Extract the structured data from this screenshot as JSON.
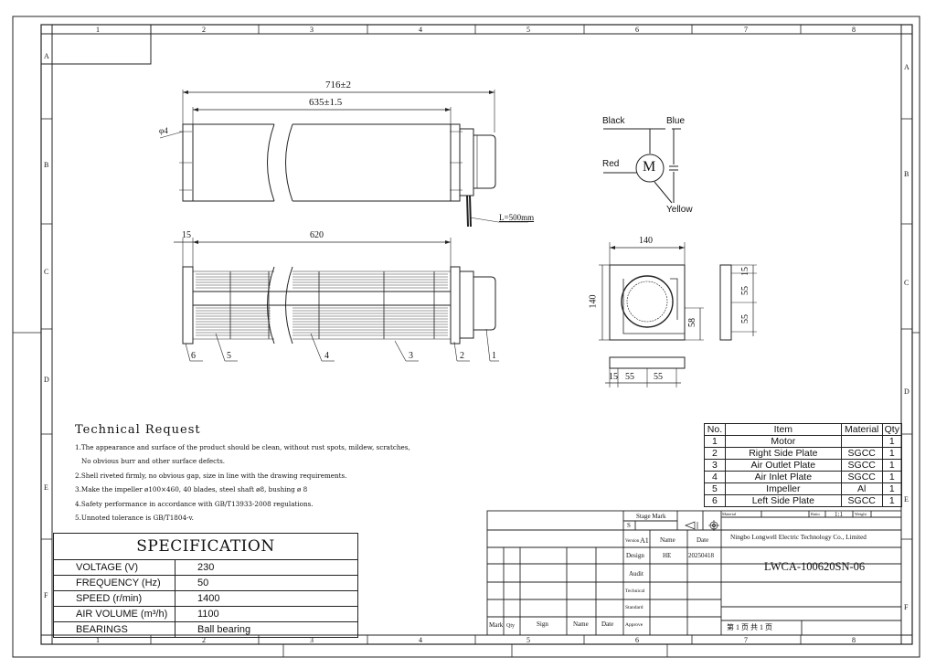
{
  "grid": {
    "cols": [
      "1",
      "2",
      "3",
      "4",
      "5",
      "6",
      "7",
      "8"
    ],
    "rows_left": [
      "A",
      "B",
      "C",
      "D",
      "E",
      "F"
    ],
    "rows_right": [
      "A",
      "B",
      "C",
      "D",
      "E",
      "F"
    ]
  },
  "top_view": {
    "dim_overall": "716±2",
    "dim_body": "635±1.5",
    "dim_hole": "φ4",
    "cable_label": "L=500mm"
  },
  "front_view": {
    "dim_plate": "15",
    "dim_blade": "620",
    "callouts": [
      "6",
      "5",
      "4",
      "3",
      "2",
      "1"
    ]
  },
  "wiring": {
    "black": "Black",
    "blue": "Blue",
    "red": "Red",
    "yellow": "Yellow",
    "motor": "M"
  },
  "side_view": {
    "width": "140",
    "height": "140",
    "outlet": "58",
    "bottom_dims": [
      "15",
      "55",
      "55"
    ],
    "right_dims": [
      "15",
      "55",
      "55"
    ]
  },
  "tech": {
    "title": "Technical Request",
    "items": [
      "1.The appearance and surface of the product should be clean, without rust spots, mildew, scratches,",
      "No obvious burr and other surface defects.",
      "2.Shell riveted firmly, no obvious gap, size in line with the drawing requirements.",
      "3.Make the impeller ø100×460, 40 blades, steel shaft ø8, bushing ø 8",
      "4.Safety performance in accordance with GB/T13933-2008 regulations.",
      "5.Unnoted tolerance is GB/T1804-v."
    ]
  },
  "bom": {
    "headers": [
      "No.",
      "Item",
      "Material",
      "Qty"
    ],
    "rows": [
      {
        "no": "1",
        "item": "Motor",
        "material": "",
        "qty": "1"
      },
      {
        "no": "2",
        "item": "Right Side Plate",
        "material": "SGCC",
        "qty": "1"
      },
      {
        "no": "3",
        "item": "Air Outlet Plate",
        "material": "SGCC",
        "qty": "1"
      },
      {
        "no": "4",
        "item": "Air Inlet Plate",
        "material": "SGCC",
        "qty": "1"
      },
      {
        "no": "5",
        "item": "Impeller",
        "material": "Al",
        "qty": "1"
      },
      {
        "no": "6",
        "item": "Left Side Plate",
        "material": "SGCC",
        "qty": "1"
      }
    ]
  },
  "spec": {
    "title": "SPECIFICATION",
    "rows": [
      {
        "label": "VOLTAGE  (V)",
        "value": "230"
      },
      {
        "label": "FREQUENCY   (Hz)",
        "value": "50"
      },
      {
        "label": "SPEED   (r/min)",
        "value": "1400"
      },
      {
        "label": "AIR  VOLUME   (m³/h)",
        "value": "1100"
      },
      {
        "label": "BEARINGS",
        "value": "Ball bearing"
      }
    ]
  },
  "title_block": {
    "stage_mark": "Stage Mark",
    "stage_s": "S",
    "version": "Version",
    "version_val": "A1",
    "name_h": "Name",
    "date_h": "Date",
    "design": "Design",
    "designer": "HE",
    "design_date": "20250418",
    "audit": "Audit",
    "technical": "Technical",
    "standard": "Standard",
    "approve": "Approve",
    "material": "Material",
    "ratio": "Ratio",
    "ratio_val": "1:1",
    "weight": "Weight",
    "company": "Ningbo Longwell Electric Technology  Co., Limited",
    "drawing_no": "LWCA-100620SN-06",
    "sheet": "第 1 页   共 1 页",
    "rev_headers": [
      "Mark",
      "Qty",
      "Sign",
      "Name",
      "Date"
    ]
  }
}
